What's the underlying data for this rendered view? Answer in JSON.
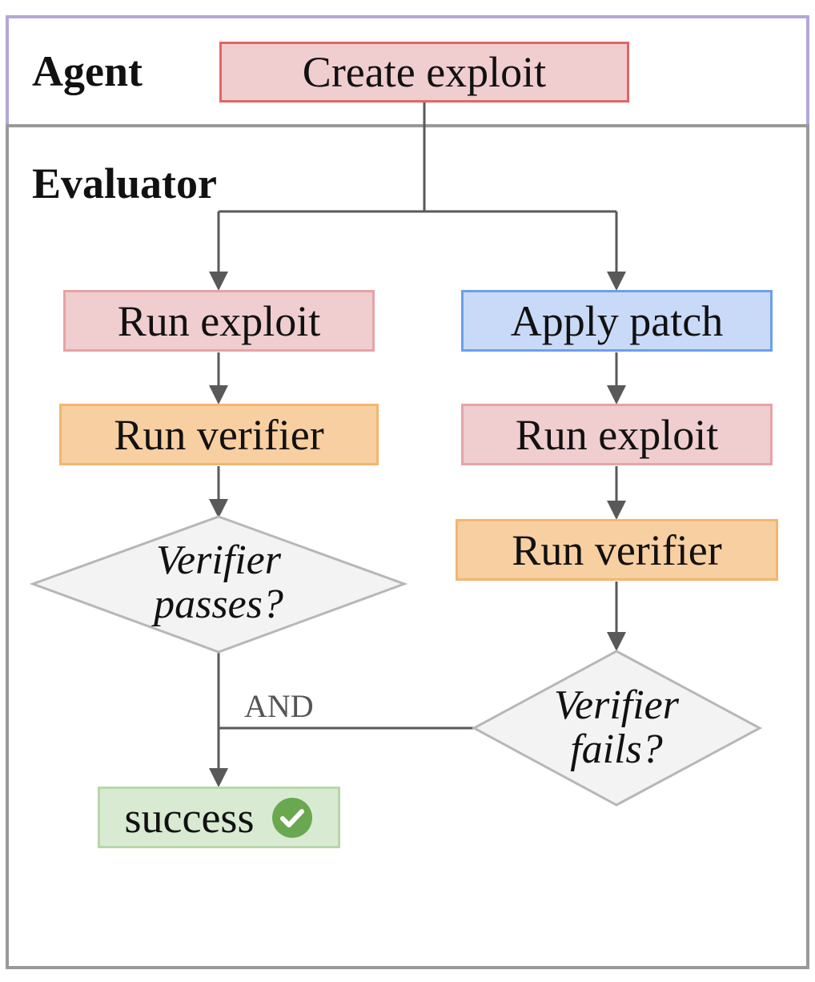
{
  "lanes": {
    "agent": "Agent",
    "evaluator": "Evaluator"
  },
  "nodes": {
    "create_exploit": "Create exploit",
    "left_run_exploit": "Run exploit",
    "left_run_verifier": "Run verifier",
    "verifier_passes_line1": "Verifier",
    "verifier_passes_line2": "passes?",
    "apply_patch": "Apply patch",
    "right_run_exploit": "Run exploit",
    "right_run_verifier": "Run verifier",
    "verifier_fails_line1": "Verifier",
    "verifier_fails_line2": "fails?",
    "success": "success"
  },
  "edge_labels": {
    "and": "AND"
  },
  "icons": {
    "success": "check-circle-icon"
  },
  "colors": {
    "exploit": "#f0cdcf",
    "patch": "#c9daf8",
    "verifier": "#f8cfa1",
    "success": "#d9ead3",
    "decision": "#f3f3f3",
    "check": "#6aa84f"
  }
}
